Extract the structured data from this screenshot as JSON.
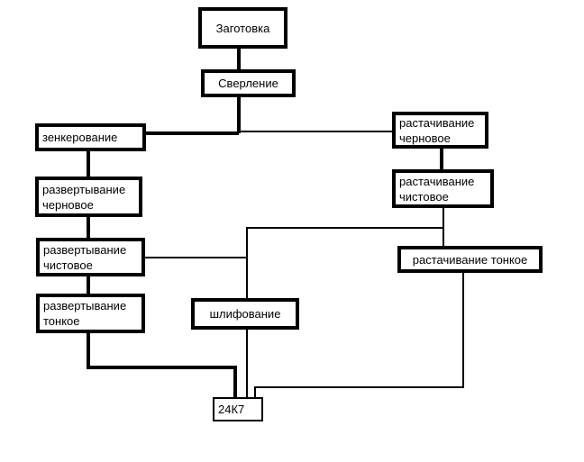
{
  "diagram": {
    "nodes": {
      "zagotovka": "Заготовка",
      "sverlenie": "Сверление",
      "zenkerovanie": "зенкерование",
      "razv_chernovoe": "развертывание\nчерновое",
      "razv_chistovoe": "развертывание\nчистовое",
      "razv_tonkoe": "развертывание\nтонкое",
      "shlifovanie": "шлифование",
      "rast_chernovoe": "растачивание\nчерновое",
      "rast_chistovoe": "растачивание\nчистовое",
      "rast_tonkoe": "растачивание тонкое",
      "machine": "24К7"
    },
    "colors": {
      "line": "#000000",
      "box_border": "#000000",
      "background": "#ffffff"
    }
  }
}
